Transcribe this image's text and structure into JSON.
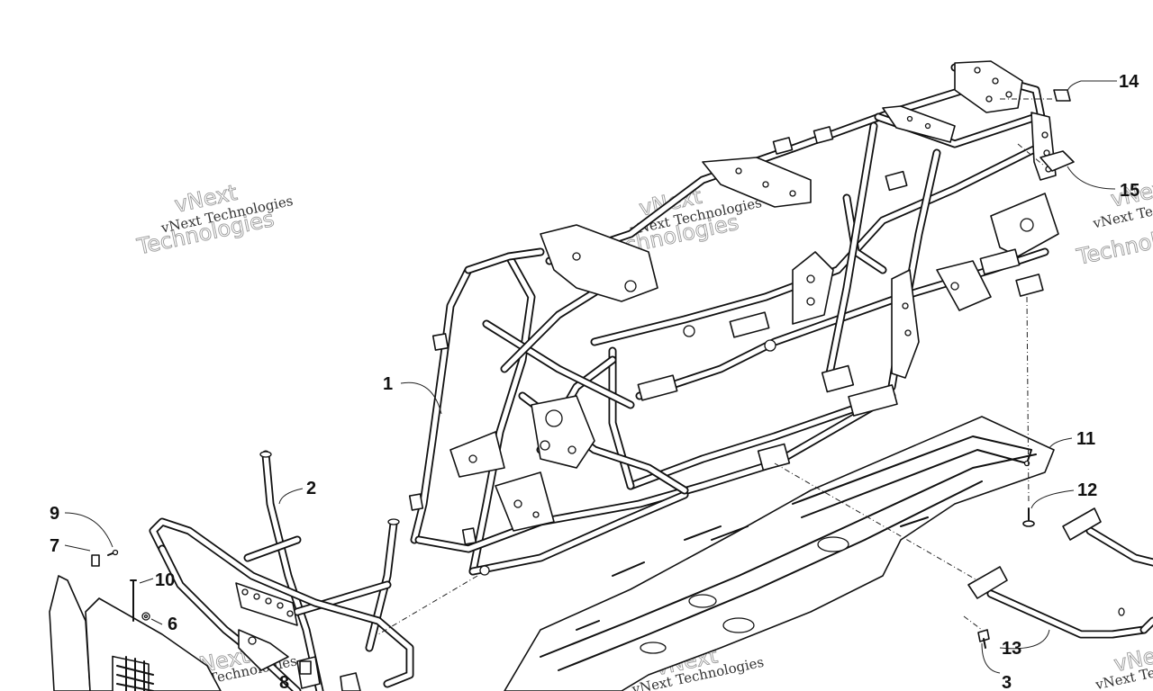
{
  "diagram": {
    "callouts": [
      {
        "label": "1"
      },
      {
        "label": "2"
      },
      {
        "label": "3"
      },
      {
        "label": "6"
      },
      {
        "label": "7"
      },
      {
        "label": "8"
      },
      {
        "label": "9"
      },
      {
        "label": "10"
      },
      {
        "label": "11"
      },
      {
        "label": "12"
      },
      {
        "label": "13"
      },
      {
        "label": "14"
      },
      {
        "label": "15"
      }
    ]
  },
  "watermark": {
    "name_text": "vNext Technologies",
    "big_line1": "vNext",
    "big_line2": "Technologies"
  },
  "colors": {
    "line": "#111111",
    "background": "#ffffff",
    "watermark_outline": "#9a9a9a"
  }
}
